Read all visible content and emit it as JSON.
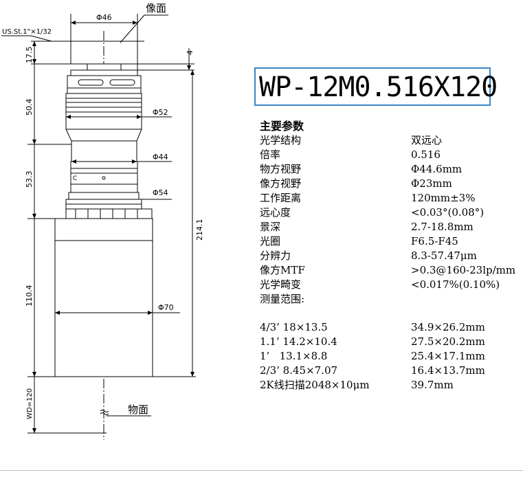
{
  "model": "WP-12M0.516X120",
  "params_heading": "主要参数",
  "params": [
    {
      "label": "光学结构",
      "value": "双远心"
    },
    {
      "label": "倍率",
      "value": "0.516"
    },
    {
      "label": "物方视野",
      "value": "Φ44.6mm"
    },
    {
      "label": "像方视野",
      "value": "Φ23mm"
    },
    {
      "label": "工作距离",
      "value": "120mm±3%"
    },
    {
      "label": "远心度",
      "value": "<0.03°(0.08°)"
    },
    {
      "label": "景深",
      "value": "2.7-18.8mm"
    },
    {
      "label": "光圈",
      "value": "F6.5-F45"
    },
    {
      "label": "分辨力",
      "value": "8.3-57.47μm"
    },
    {
      "label": "像方MTF",
      "value": ">0.3@160-23lp/mm"
    },
    {
      "label": "光学畸变",
      "value": "<0.017%(0.10%)"
    },
    {
      "label": "测量范围:",
      "value": ""
    }
  ],
  "ranges": [
    {
      "sensor": "4/3’ 18×13.5",
      "field": "34.9×26.2mm"
    },
    {
      "sensor": "1.1’ 14.2×10.4",
      "field": "27.5×20.2mm"
    },
    {
      "sensor": "1’   13.1×8.8",
      "field": "25.4×17.1mm"
    },
    {
      "sensor": "2/3’ 8.45×7.07",
      "field": "16.4×13.7mm"
    },
    {
      "sensor": "2K线扫描2048×10μm",
      "field": "39.7mm"
    }
  ],
  "drawing": {
    "label_image_plane": "像面",
    "label_object_plane": "物面",
    "thread": "US.St.1\"×1/32",
    "dims": {
      "d46": "Φ46",
      "d52": "Φ52",
      "d44": "Φ44",
      "d54": "Φ54",
      "d70": "Φ70",
      "h17_5": "17.5",
      "h4": "4",
      "h50_4": "50.4",
      "h53_3": "53.3",
      "h110_4": "110.4",
      "h214_1": "214.1",
      "wd": "WD=120"
    },
    "ring_text": "C"
  }
}
